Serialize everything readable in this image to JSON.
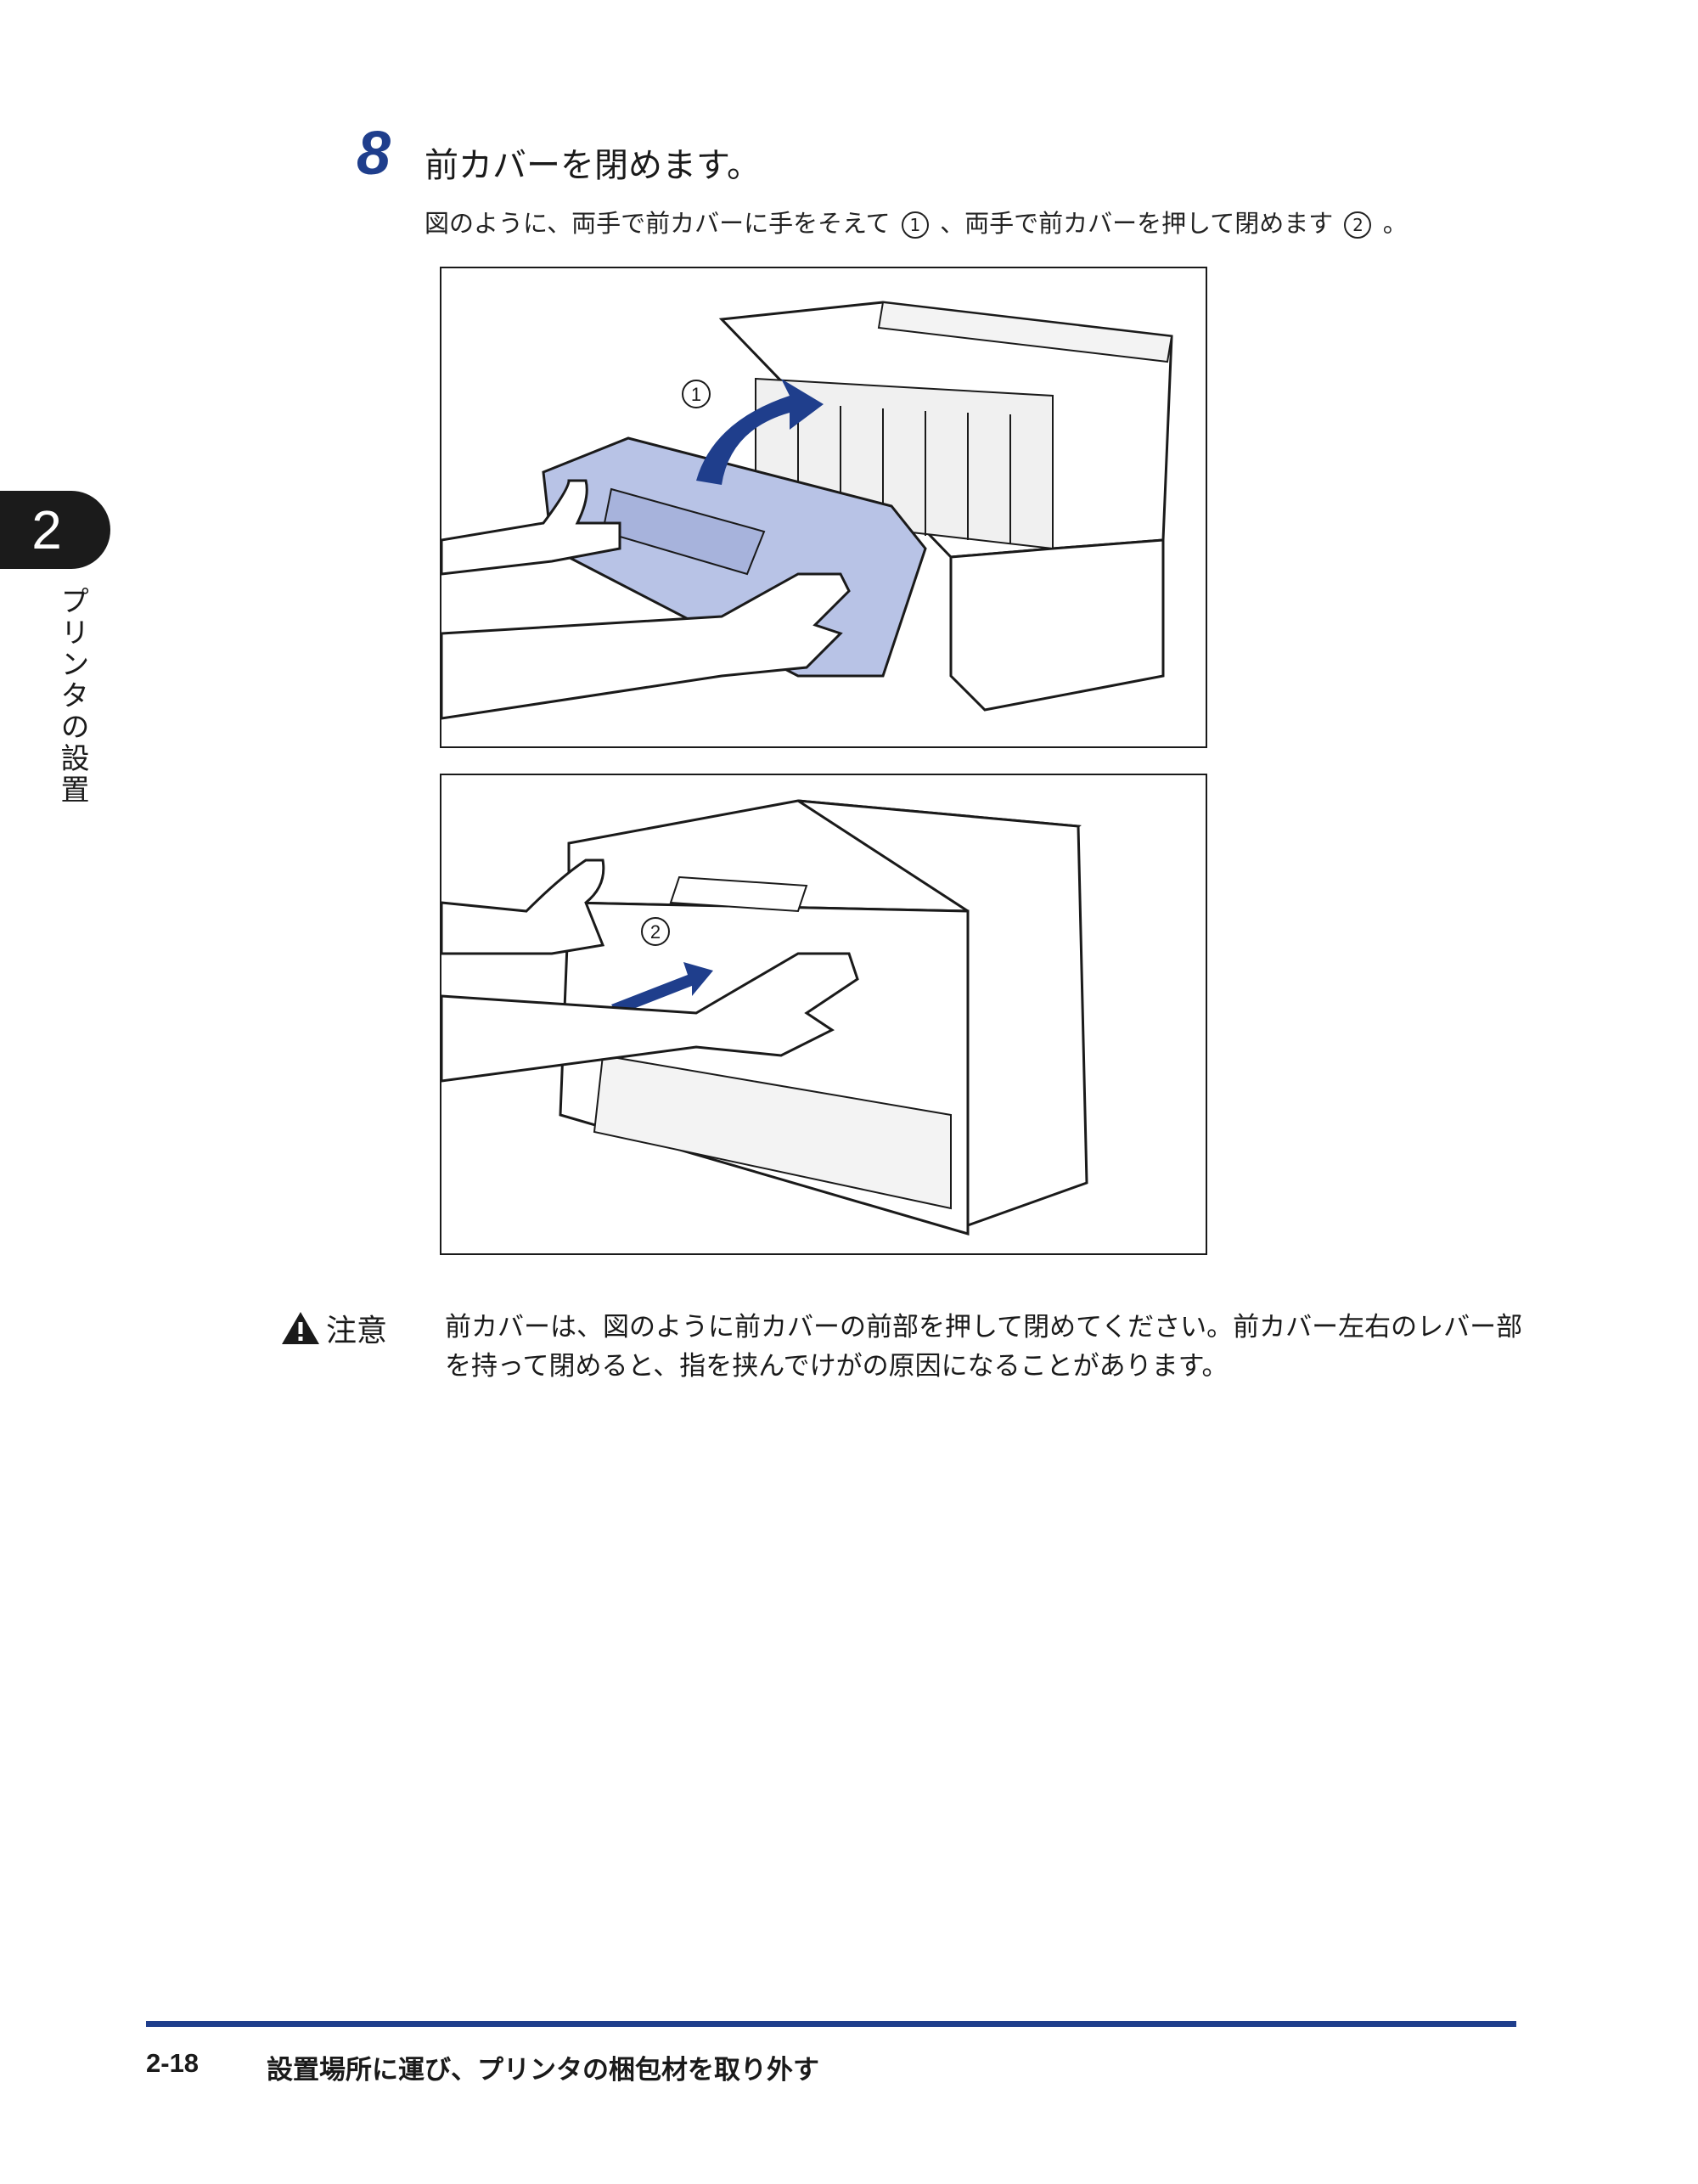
{
  "chapter": {
    "number": "2",
    "title": "プリンタの設置"
  },
  "step": {
    "number": "8",
    "title": "前カバーを閉めます。",
    "desc_part1": "図のように、両手で前カバーに手をそえて",
    "marker1": "1",
    "desc_part2": "、両手で前カバーを押して閉めます",
    "marker2": "2",
    "desc_end": "。"
  },
  "figures": {
    "top_label": "1",
    "bottom_label": "2",
    "colors": {
      "cover": "#b8c3e6",
      "arrow": "#1f3e8c",
      "line": "#1a1a1a"
    }
  },
  "caution": {
    "label": "注意",
    "icon": "warning-triangle-icon",
    "text": "前カバーは、図のように前カバーの前部を押して閉めてください。前カバー左右のレバー部を持って閉めると、指を挟んでけがの原因になることがあります。"
  },
  "footer": {
    "page_number": "2-18",
    "section_title": "設置場所に運び、プリンタの梱包材を取り外す",
    "rule_color": "#1f3e8c"
  }
}
